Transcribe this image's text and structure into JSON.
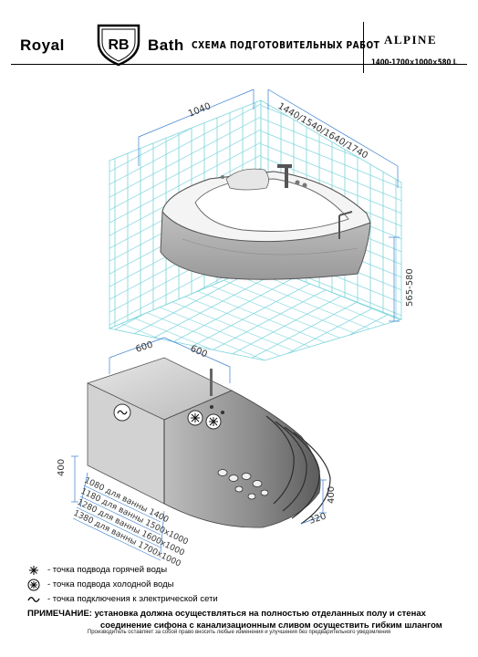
{
  "header": {
    "brand_left": "Royal",
    "brand_monogram": "RB",
    "brand_right": "Bath",
    "doc_title": "СХЕМА ПОДГОТОВИТЕЛЬНЫХ РАБОТ",
    "model_name": "ALPINE",
    "model_dims": "1400-1700×1000×580 L"
  },
  "top_drawing": {
    "dim_depth": "1040",
    "dim_lengths": "1440/1540/1640/1740",
    "dim_height": "565-580"
  },
  "bottom_drawing": {
    "dim_wall_a": "600",
    "dim_wall_b": "600",
    "dim_left_height": "400",
    "dim_right_height": "400",
    "dim_right_offset": "320",
    "length_variants": [
      "1080 для ванны 1400",
      "1180 для ванны 1500х1000",
      "1280 для ванны 1600х1000",
      "1380 для ванны 1700х1000"
    ]
  },
  "legend": [
    {
      "icon": "hot-water-point-icon",
      "label": "- точка подвода горячей воды"
    },
    {
      "icon": "cold-water-point-icon",
      "label": "- точка подвода холодной воды"
    },
    {
      "icon": "electrical-connection-icon",
      "label": "- точка подключения к электрической сети"
    }
  ],
  "note": {
    "line1": "ПРИМЕЧАНИЕ: установка должна осуществляться на полностью отделанных полу и стенах",
    "line2": "соединение сифона с канализационным сливом осуществить гибким шлангом"
  },
  "footer": "Производитель оставляет за собой право вносить любые изменения и улучшения без предварительного уведомления",
  "colors": {
    "tile": "#7fd6dc",
    "dimension": "#3a7fd0",
    "tub_dark": "#6e6e6e",
    "tub_mid": "#a8a8a8"
  }
}
